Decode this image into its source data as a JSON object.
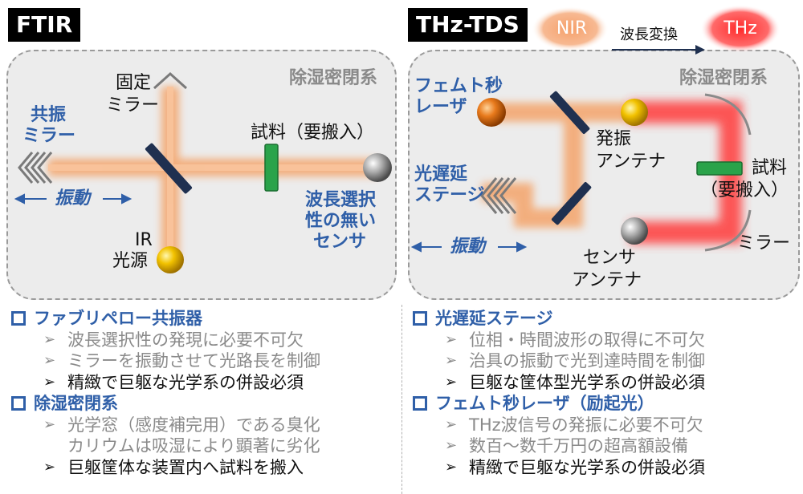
{
  "ftir": {
    "title": "FTIR",
    "enclosure_label": "除湿密閉系",
    "fixed_mirror_label": [
      "固定",
      "ミラー"
    ],
    "resonance_mirror_label": [
      "共振",
      "ミラー"
    ],
    "oscillation_label": "振動",
    "sample_label": "試料（要搬入）",
    "sensor_label": [
      "波長選択",
      "性の無い",
      "センサ"
    ],
    "source_label": [
      "IR",
      "光源"
    ]
  },
  "thz": {
    "title": "THz-TDS",
    "nir_label": "NIR",
    "conversion_label": "波長変換",
    "thz_label": "THz",
    "enclosure_label": "除湿密閉系",
    "laser_label": [
      "フェムト秒",
      "レーザ"
    ],
    "emitter_label": [
      "発振",
      "アンテナ"
    ],
    "sample_label": [
      "試料",
      "（要搬入）"
    ],
    "delay_stage_label": [
      "光遅延",
      "ステージ"
    ],
    "oscillation_label": "振動",
    "sensor_label": [
      "センサ",
      "アンテナ"
    ],
    "mirror_label": "ミラー"
  },
  "left_list": [
    {
      "heading": "ファブリペロー共振器",
      "items": [
        {
          "text": "波長選択性の発現に必要不可欠",
          "strong": false
        },
        {
          "text": "ミラーを振動させて光路長を制御",
          "strong": false
        },
        {
          "text": "精緻で巨躯な光学系の併設必須",
          "strong": true
        }
      ]
    },
    {
      "heading": "除湿密閉系",
      "items": [
        {
          "text": "光学窓（感度補完用）である臭化",
          "strong": false
        },
        {
          "text": "カリウムは吸湿により顕著に劣化",
          "strong": false,
          "continuation": true
        },
        {
          "text": "巨躯筐体な装置内へ試料を搬入",
          "strong": true
        }
      ]
    }
  ],
  "right_list": [
    {
      "heading": "光遅延ステージ",
      "items": [
        {
          "text": "位相・時間波形の取得に不可欠",
          "strong": false
        },
        {
          "text": "治具の振動で光到達時間を制御",
          "strong": false
        },
        {
          "text": "巨躯な筐体型光学系の併設必須",
          "strong": true
        }
      ]
    },
    {
      "heading": "フェムト秒レーザ（励起光）",
      "items": [
        {
          "text": "THz波信号の発振に必要不可欠",
          "strong": false
        },
        {
          "text": "数百～数千万円の超高額設備",
          "strong": false
        },
        {
          "text": "精緻で巨躯な光学系の併設必須",
          "strong": true
        }
      ]
    }
  ],
  "colors": {
    "blue": "#2f5fa8",
    "beam_orange": "#f4a46a",
    "thz_red": "#ff3b3b",
    "panel_bg": "#ececec"
  }
}
